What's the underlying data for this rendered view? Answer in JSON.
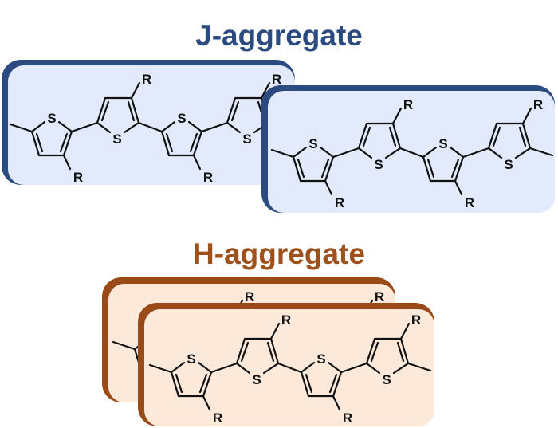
{
  "j_aggregate": {
    "title": "J-aggregate",
    "color_dark": "#2b4a80",
    "color_light": "#e2eafb"
  },
  "h_aggregate": {
    "title": "H-aggregate",
    "color_dark": "#9a4a17",
    "color_light": "#fde9da"
  },
  "atoms": {
    "sulfur": "S",
    "substituent": "R"
  }
}
